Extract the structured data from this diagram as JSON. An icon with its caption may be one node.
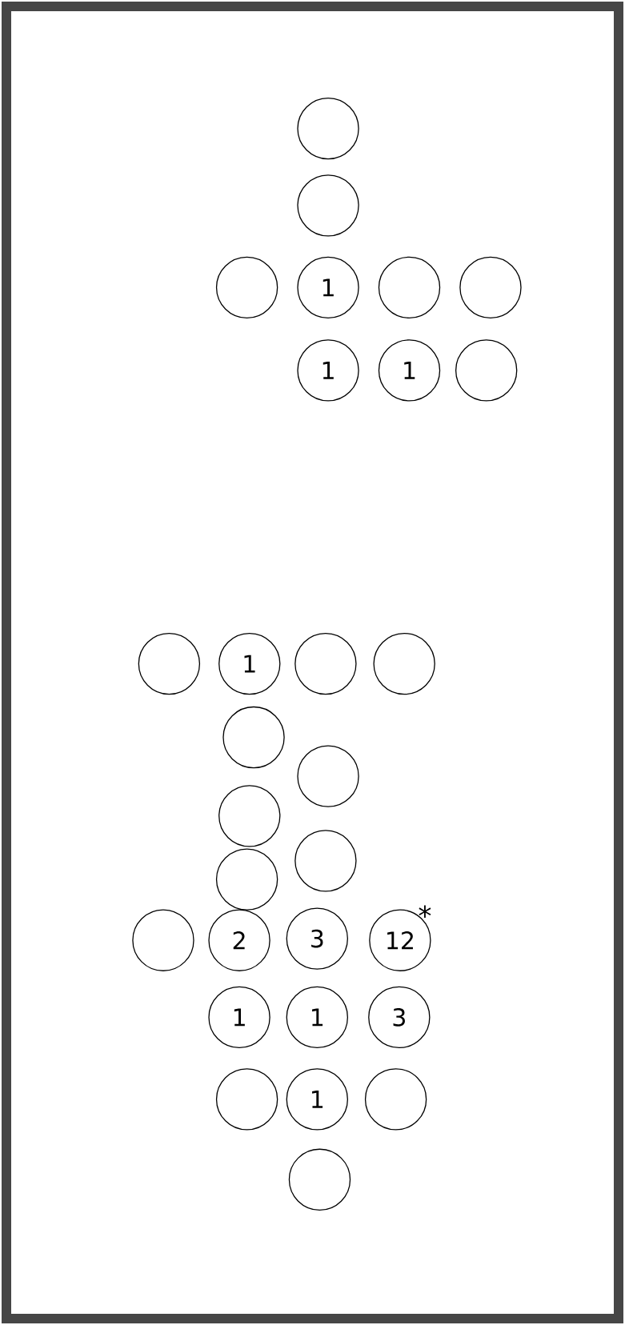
{
  "diagram": {
    "nodes": [
      {
        "text": [],
        "shape": "circle"
      },
      {
        "text": [],
        "shape": "circle"
      },
      {
        "text": [],
        "shape": "circle"
      },
      {
        "text": [
          "1"
        ]
      },
      {
        "text": [],
        "shape": "circle"
      },
      {
        "text": [],
        "shape": "circle"
      },
      {
        "text": [
          "1"
        ]
      },
      {
        "text": [
          "1"
        ]
      },
      {
        "text": [],
        "shape": "circle"
      },
      {
        "text": [],
        "shape": "circle"
      },
      {
        "text": [
          "1"
        ]
      },
      {
        "text": [],
        "shape": "circle"
      },
      {
        "text": [],
        "shape": "circle"
      },
      {
        "text": [],
        "shape": "circle"
      },
      {
        "text": [],
        "shape": "circle"
      },
      {
        "text": [],
        "shape": "circle"
      },
      {
        "text": [],
        "shape": "circle"
      },
      {
        "text": [],
        "shape": "circle"
      },
      {
        "text": [],
        "shape": "circle"
      },
      {
        "text": [
          "2"
        ]
      },
      {
        "text": [
          "3"
        ]
      },
      {
        "text": [
          "12"
        ],
        "beside": [
          "*"
        ]
      },
      {
        "text": [
          "1"
        ]
      },
      {
        "text": [
          "1"
        ]
      },
      {
        "text": [
          "3"
        ]
      },
      {
        "text": [],
        "shape": "circle"
      },
      {
        "text": [
          "1"
        ]
      },
      {
        "text": [],
        "shape": "circle"
      },
      {
        "text": [],
        "shape": "circle"
      }
    ]
  }
}
